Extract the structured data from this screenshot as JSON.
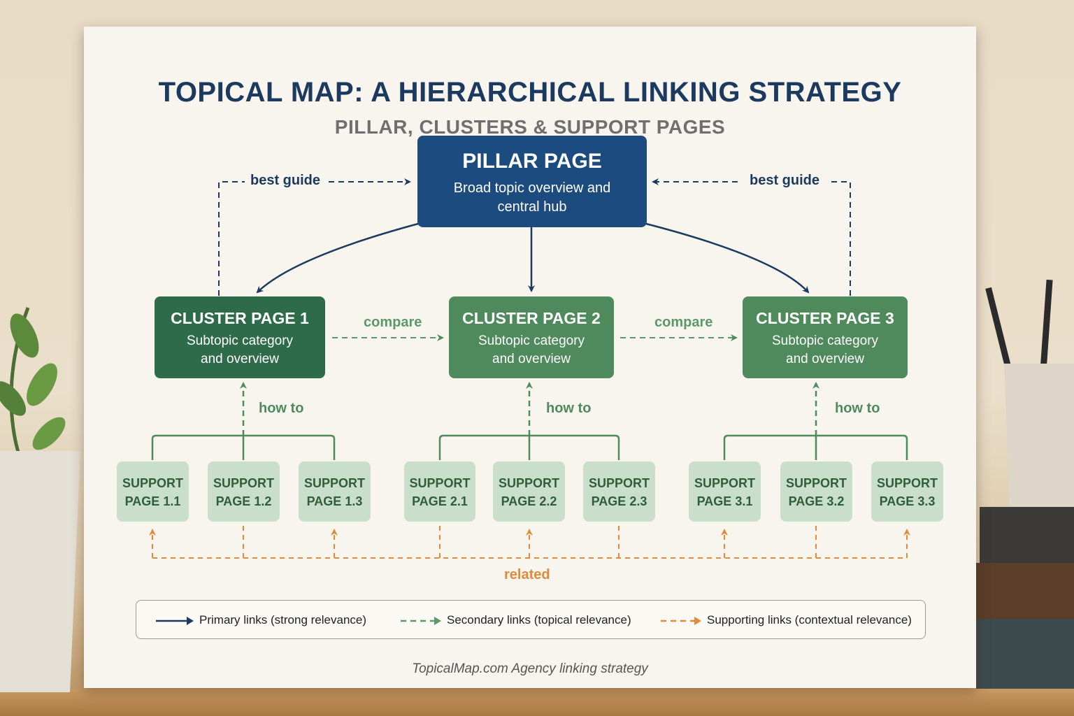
{
  "title": "TOPICAL MAP: A HIERARCHICAL LINKING STRATEGY",
  "subtitle": "PILLAR, CLUSTERS & SUPPORT PAGES",
  "pillar": {
    "heading": "PILLAR PAGE",
    "desc_line1": "Broad topic overview and",
    "desc_line2": "central hub"
  },
  "clusters": [
    {
      "heading": "CLUSTER PAGE 1",
      "desc_line1": "Subtopic category",
      "desc_line2": "and overview"
    },
    {
      "heading": "CLUSTER PAGE 2",
      "desc_line1": "Subtopic category",
      "desc_line2": "and overview"
    },
    {
      "heading": "CLUSTER PAGE 3",
      "desc_line1": "Subtopic category",
      "desc_line2": "and overview"
    }
  ],
  "supports": [
    {
      "line1": "SUPPORT",
      "line2": "PAGE 1.1"
    },
    {
      "line1": "SUPPORT",
      "line2": "PAGE 1.2"
    },
    {
      "line1": "SUPPORT",
      "line2": "PAGE 1.3"
    },
    {
      "line1": "SUPPORT",
      "line2": "PAGE 2.1"
    },
    {
      "line1": "SUPPORT",
      "line2": "PAGE 2.2"
    },
    {
      "line1": "SUPPORT",
      "line2": "PAGE 2.3"
    },
    {
      "line1": "SUPPORT",
      "line2": "PAGE 3.1"
    },
    {
      "line1": "SUPPORT",
      "line2": "PAGE 3.2"
    },
    {
      "line1": "SUPPORT",
      "line2": "PAGE 3.3"
    }
  ],
  "edge_labels": {
    "best_guide_left": "best guide",
    "best_guide_right": "best guide",
    "compare_1": "compare",
    "compare_2": "compare",
    "how_to_1": "how to",
    "how_to_2": "how to",
    "how_to_3": "how to",
    "related": "related"
  },
  "legend": {
    "primary": "Primary links (strong relevance)",
    "secondary": "Secondary links (topical relevance)",
    "supporting": "Supporting links (contextual relevance)"
  },
  "footer": "TopicalMap.com Agency linking strategy",
  "colors": {
    "primary": "#1c3a60",
    "pillar": "#1c4b80",
    "cluster_1": "#2e6b4a",
    "cluster_2_3": "#4e8a5c",
    "secondary": "#5a9a6a",
    "support": "#cadfcb",
    "supporting": "#e08a3a"
  }
}
